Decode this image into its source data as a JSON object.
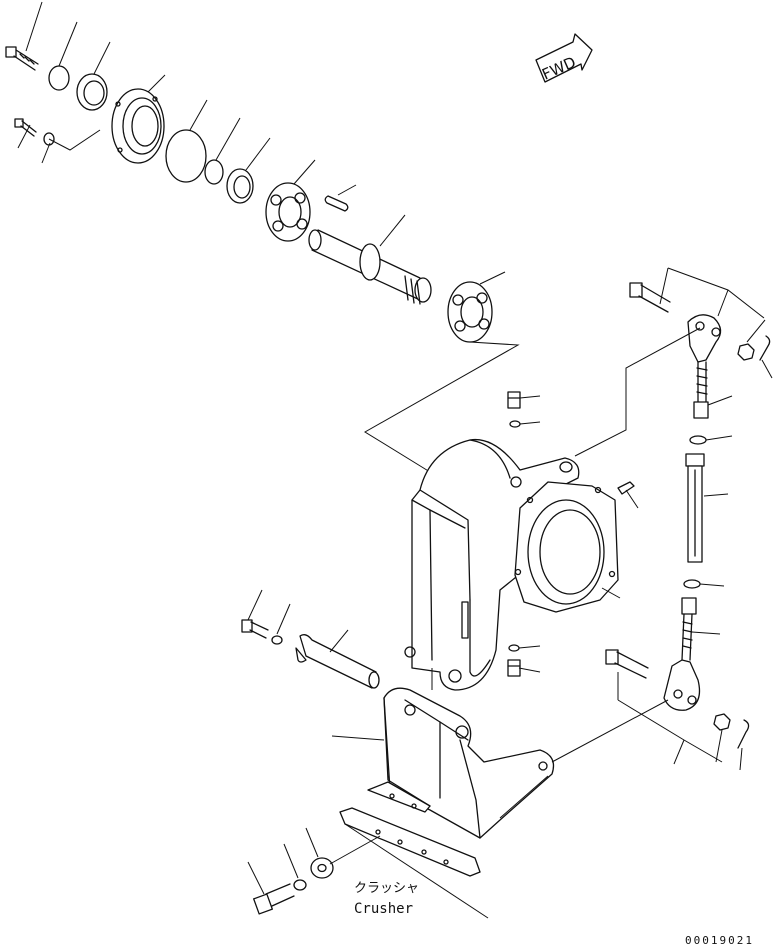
{
  "labels": {
    "crusher_jp": "クラッシャ",
    "crusher_en": "Crusher",
    "drawing_number": "00019021",
    "direction": "FWD"
  },
  "colors": {
    "ink": "#111111",
    "background": "#ffffff"
  }
}
